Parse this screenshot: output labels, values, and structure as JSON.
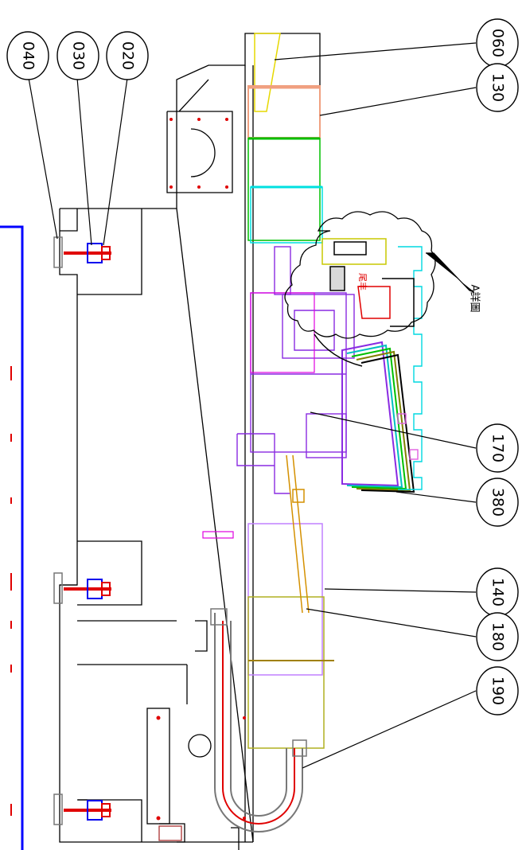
{
  "drawing": {
    "callouts_left": [
      {
        "id": "020",
        "label": "020"
      },
      {
        "id": "030",
        "label": "030"
      },
      {
        "id": "040",
        "label": "040"
      }
    ],
    "callouts_right": [
      {
        "id": "060",
        "label": "060"
      },
      {
        "id": "130",
        "label": "130"
      },
      {
        "id": "170",
        "label": "170"
      },
      {
        "id": "380",
        "label": "380"
      },
      {
        "id": "140",
        "label": "140"
      },
      {
        "id": "180",
        "label": "180"
      },
      {
        "id": "190",
        "label": "190"
      }
    ],
    "detail_label": "A詳圖",
    "small_red_label": "尾丰"
  }
}
